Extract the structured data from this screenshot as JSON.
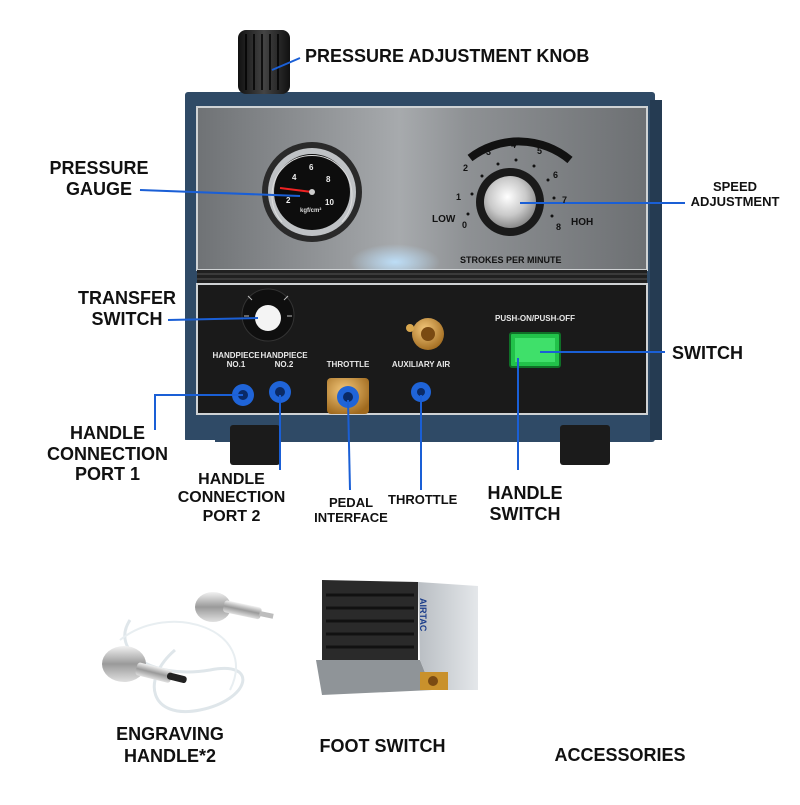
{
  "callouts": {
    "pressure_knob": "PRESSURE ADJUSTMENT KNOB",
    "pressure_gauge_1": "PRESSURE",
    "pressure_gauge_2": "GAUGE",
    "speed_1": "SPEED",
    "speed_2": "ADJUSTMENT",
    "transfer_1": "TRANSFER",
    "transfer_2": "SWITCH",
    "switch": "SWITCH",
    "port1_1": "HANDLE",
    "port1_2": "CONNECTION",
    "port1_3": "PORT 1",
    "port2_1": "HANDLE",
    "port2_2": "CONNECTION",
    "port2_3": "PORT 2",
    "pedal_1": "PEDAL",
    "pedal_2": "INTERFACE",
    "throttle": "THROTTLE",
    "handle_switch_1": "HANDLE",
    "handle_switch_2": "SWITCH"
  },
  "panel": {
    "low": "LOW",
    "hoh": "HOH",
    "strokes": "STROKES PER MINUTE",
    "push": "PUSH-ON/PUSH-OFF",
    "hp1_1": "HANDPIECE",
    "hp1_2": "NO.1",
    "hp2_1": "HANDPIECE",
    "hp2_2": "NO.2",
    "throttle": "THROTTLE",
    "aux": "AUXILIARY AIR",
    "gauge_unit": "kgf/cm²",
    "dial_numbers": [
      "0",
      "1",
      "2",
      "3",
      "4",
      "5",
      "6",
      "7",
      "8"
    ],
    "gauge_numbers": [
      "2",
      "4",
      "6",
      "8",
      "10"
    ]
  },
  "footswitch": {
    "brand": "AIRTAC"
  },
  "captions": {
    "handle_1": "ENGRAVING",
    "handle_2": "HANDLE*2",
    "foot": "FOOT SWITCH",
    "accessories": "ACCESSORIES"
  },
  "colors": {
    "lead": "#1a5fd6",
    "housing": "#2f4a66",
    "panel_top": "#8a8d90",
    "panel_bottom": "#1a1a1a",
    "switch_green": "#22c24a",
    "fitting_blue": "#1f64d8"
  }
}
